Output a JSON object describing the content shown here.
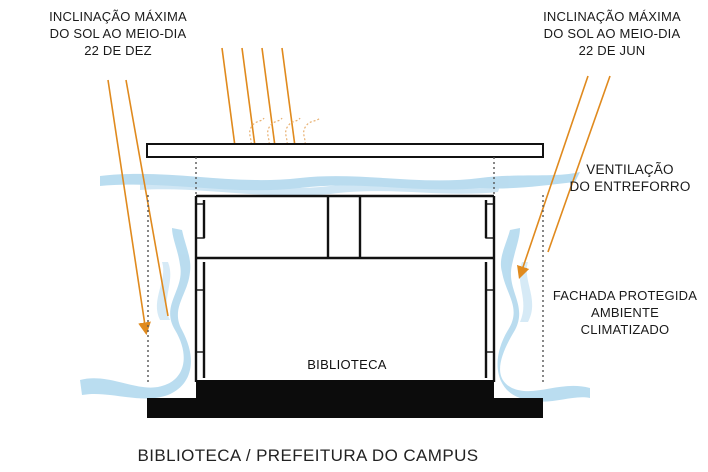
{
  "labels": {
    "sun_dec": [
      "INCLINAÇÃO MÁXIMA",
      "DO SOL AO MEIO-DIA",
      "22 DE DEZ"
    ],
    "sun_jun": [
      "INCLINAÇÃO MÁXIMA",
      "DO SOL AO MEIO-DIA",
      "22 DE JUN"
    ],
    "ventilation": [
      "VENTILAÇÃO",
      "DO ENTREFORRO"
    ],
    "facade": [
      "FACHADA PROTEGIDA",
      "AMBIENTE",
      "CLIMATIZADO"
    ],
    "room": "BIBLIOTECA",
    "caption": "BIBLIOTECA / PREFEITURA DO CAMPUS"
  },
  "colors": {
    "sun_ray": "#e08a1e",
    "airflow": "#a9d3ea",
    "structure": "#111111",
    "text": "#1a1a1a"
  }
}
